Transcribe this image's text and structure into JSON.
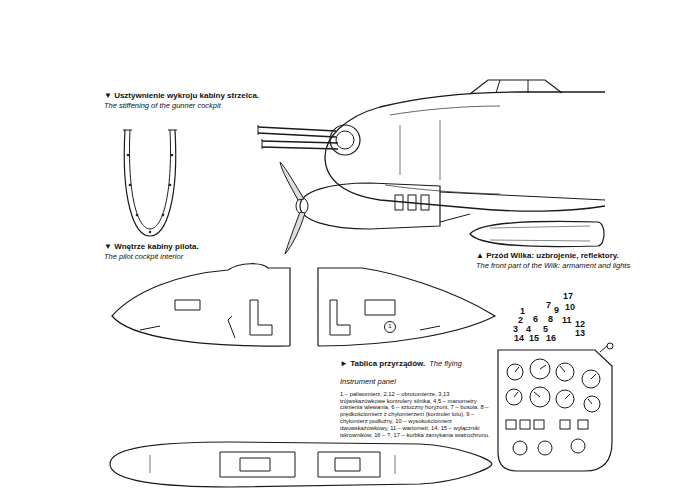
{
  "diagram": {
    "labels": [
      "▼ Usztywnienie wykroju kabiny strzelca.",
      "The stiffening of the gunner cockpit",
      "▼ Wnętrze kabiny pilota.",
      "The pilot cockpit interior",
      "▲ Przód Wilka: uzbrojenie, reflektory.",
      "The front part of the Wilk: armament and lights",
      "► Tablica przyrządów.",
      "The flying Instrument panel",
      "1 – paliwomierz, 2,12 – obrotomierze, 3,13 trójwskazówkowe kontrolery silnika, 4,5 – manometry ciśnienia wlewania, 6 – sztuczny horyzont, 7 – busola, 8 – prędkościomierz z chyłomierzem (kontroler lotu), 9 – chyłomierz podłużny, 10 – wysokościomierz dwuwskazówkowy, 11 – wariometr, 14, 15 – wyłączniki iskrowników, 16 – ?, 17 – korbka zamykania wiatrochronu.",
      "17",
      "7",
      "9",
      "10",
      "1",
      "2",
      "6",
      "8",
      "11",
      "12",
      "3",
      "4",
      "5",
      "13",
      "14",
      "15",
      "16",
      "1"
    ]
  }
}
